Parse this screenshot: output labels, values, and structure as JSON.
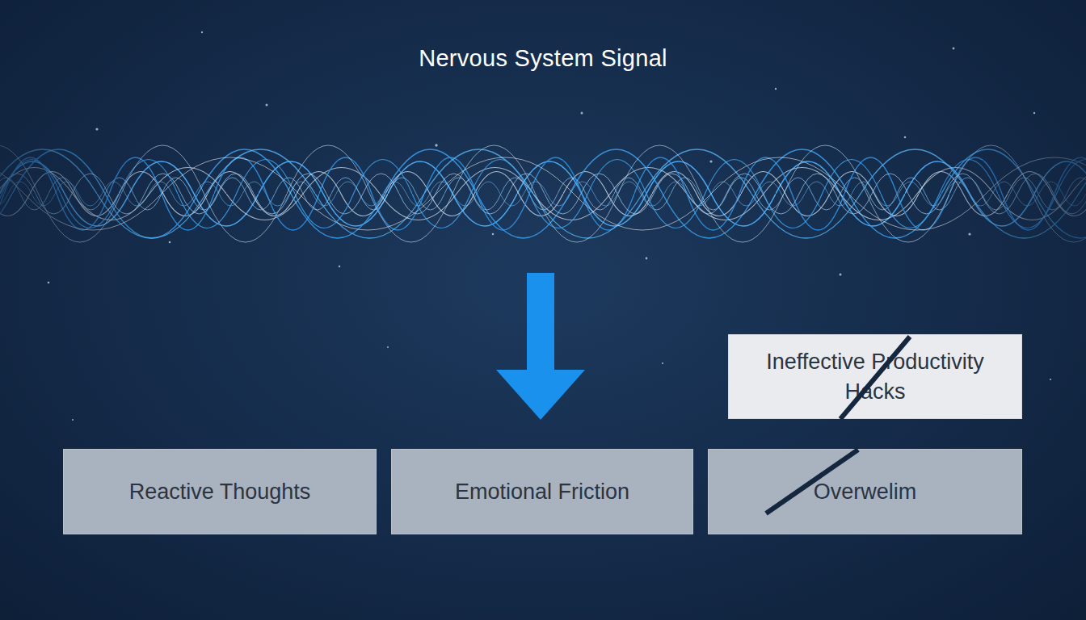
{
  "diagram": {
    "title": "Nervous System Signal",
    "nodes": [
      {
        "text": [
          "Ineffective Productivity Hacks"
        ]
      },
      {
        "text": [
          "Reactive Thoughts"
        ]
      },
      {
        "text": [
          "Emotional Friction"
        ]
      },
      {
        "text": [
          "Overwelim"
        ]
      }
    ]
  }
}
